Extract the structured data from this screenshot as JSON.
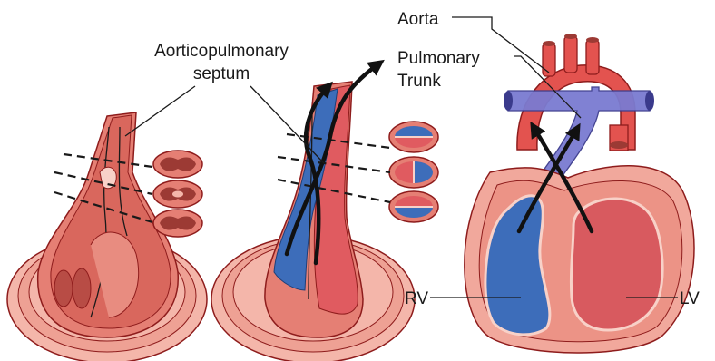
{
  "labels": {
    "septum_line1": "Aorticopulmonary",
    "septum_line2": "septum",
    "aorta": "Aorta",
    "pulmonary_line1": "Pulmonary",
    "pulmonary_line2": "Trunk",
    "rv": "RV",
    "lv": "LV"
  },
  "colors": {
    "tissue_outer": "#f1a89c",
    "tissue_mid": "#e57f74",
    "tissue_dark": "#c8473f",
    "outline": "#8e1c1c",
    "blue": "#3d6dba",
    "red_chamber": "#d85a5f",
    "vessel_blue": "#7a7bd1",
    "aorta_red": "#e3534f"
  }
}
